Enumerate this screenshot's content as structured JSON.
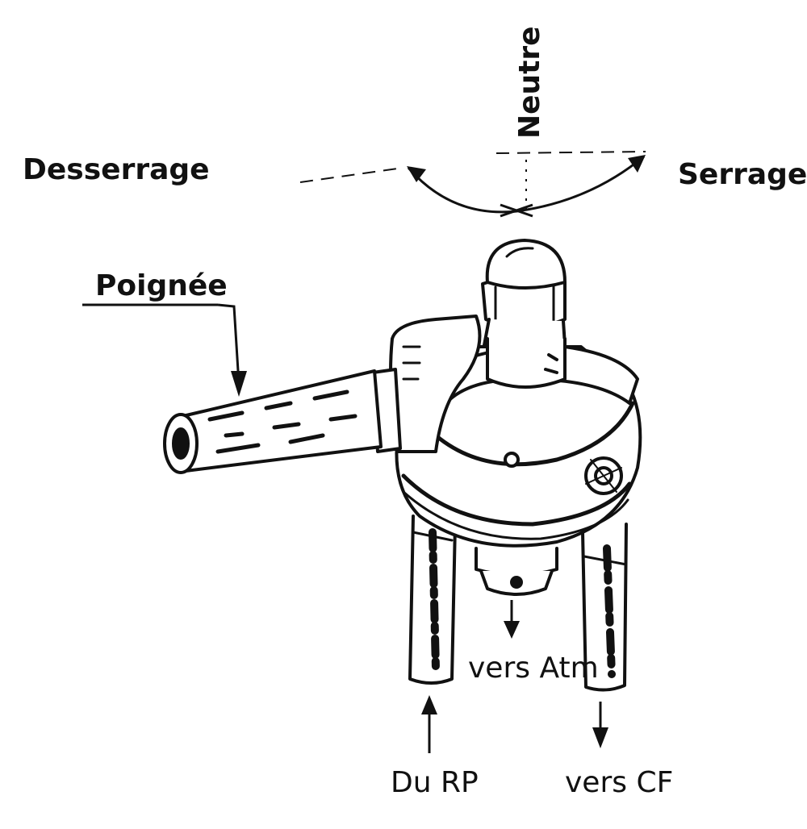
{
  "diagram": {
    "labels": {
      "neutral": "Neutre",
      "release": "Desserrage",
      "apply": "Serrage",
      "handle": "Poignée",
      "to_atmosphere": "vers Atm",
      "from_rp": "Du RP",
      "to_cf": "vers CF"
    },
    "ink_color": "#111111",
    "paper_color": "#ffffff"
  }
}
